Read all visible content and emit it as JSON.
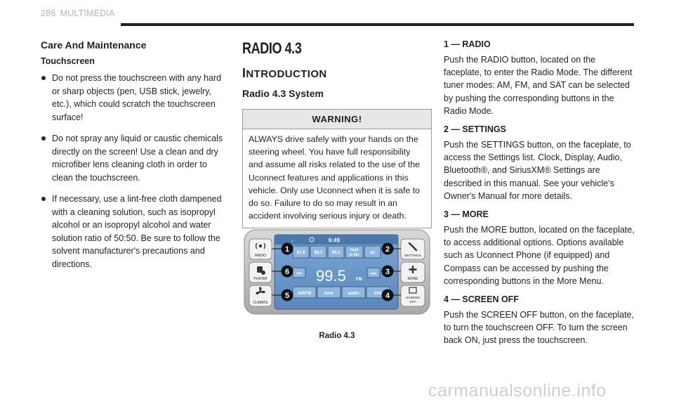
{
  "header": {
    "page_number": "286",
    "section": "MULTIMEDIA"
  },
  "left": {
    "heading": "Care And Maintenance",
    "label": "Touchscreen",
    "bullets": [
      "Do not press the touchscreen with any hard or sharp objects (pen, USB stick, jewelry, etc.), which could scratch the touchscreen surface!",
      "Do not spray any liquid or caustic chemicals directly on the screen! Use a clean and dry microfiber lens cleaning cloth in order to clean the touchscreen.",
      "If necessary, use a lint-free cloth dampened with a cleaning solution, such as isopropyl alcohol or an isopropyl alcohol and water solution ratio of 50:50. Be sure to follow the solvent manufacturer's precautions and directions."
    ]
  },
  "middle": {
    "title": "RADIO 4.3",
    "intro_first": "I",
    "intro_rest": "NTRODUCTION",
    "subheading": "Radio 4.3 System",
    "warning_title": "WARNING!",
    "warning_text": "ALWAYS drive safely with your hands on the steering wheel. You have full responsibility and assume all risks related to the use of the Uconnect features and applications in this vehicle. Only use Uconnect when it is safe to do so. Failure to do so may result in an accident involving serious injury or death.",
    "caption": "Radio 4.3",
    "radio": {
      "left_buttons": [
        "RADIO",
        "PLAYER",
        "CLIMATE"
      ],
      "right_buttons": [
        "SETTINGS",
        "MORE",
        "SCREEN",
        "OFF"
      ],
      "clock": "6:49",
      "presets": [
        "87.9",
        "88.1",
        "98.1",
        "Hold",
        "to Set",
        "all"
      ],
      "frequency": "99.5",
      "band": "FM",
      "bottom_tabs": [
        "AM/FM",
        "tune",
        "audio",
        "info"
      ],
      "callouts": [
        "1",
        "2",
        "3",
        "4",
        "5",
        "6"
      ]
    }
  },
  "right": {
    "items": [
      {
        "heading": "1 — RADIO",
        "text": "Push the RADIO button, located on the faceplate, to enter the Radio Mode. The different tuner modes: AM, FM, and SAT can be selected by pushing the corresponding buttons in the Radio Mode."
      },
      {
        "heading": "2 — SETTINGS",
        "text": "Push the SETTINGS button, on the faceplate, to access the Settings list. Clock, Display, Audio, Bluetooth®, and SiriusXM® Settings are described in this manual. See your vehicle’s Owner's Manual for more details."
      },
      {
        "heading": "3 — MORE",
        "text": "Push the MORE button, located on the faceplate, to access additional options. Options available such as Uconnect Phone (if equipped) and Compass can be accessed by pushing the corresponding buttons in the More Menu."
      },
      {
        "heading": "4 — SCREEN OFF",
        "text": "Push the SCREEN OFF button, on the faceplate, to turn the touchscreen OFF. To turn the screen back ON, just press the touchscreen."
      }
    ]
  },
  "watermark": "carmanualsonline.info"
}
